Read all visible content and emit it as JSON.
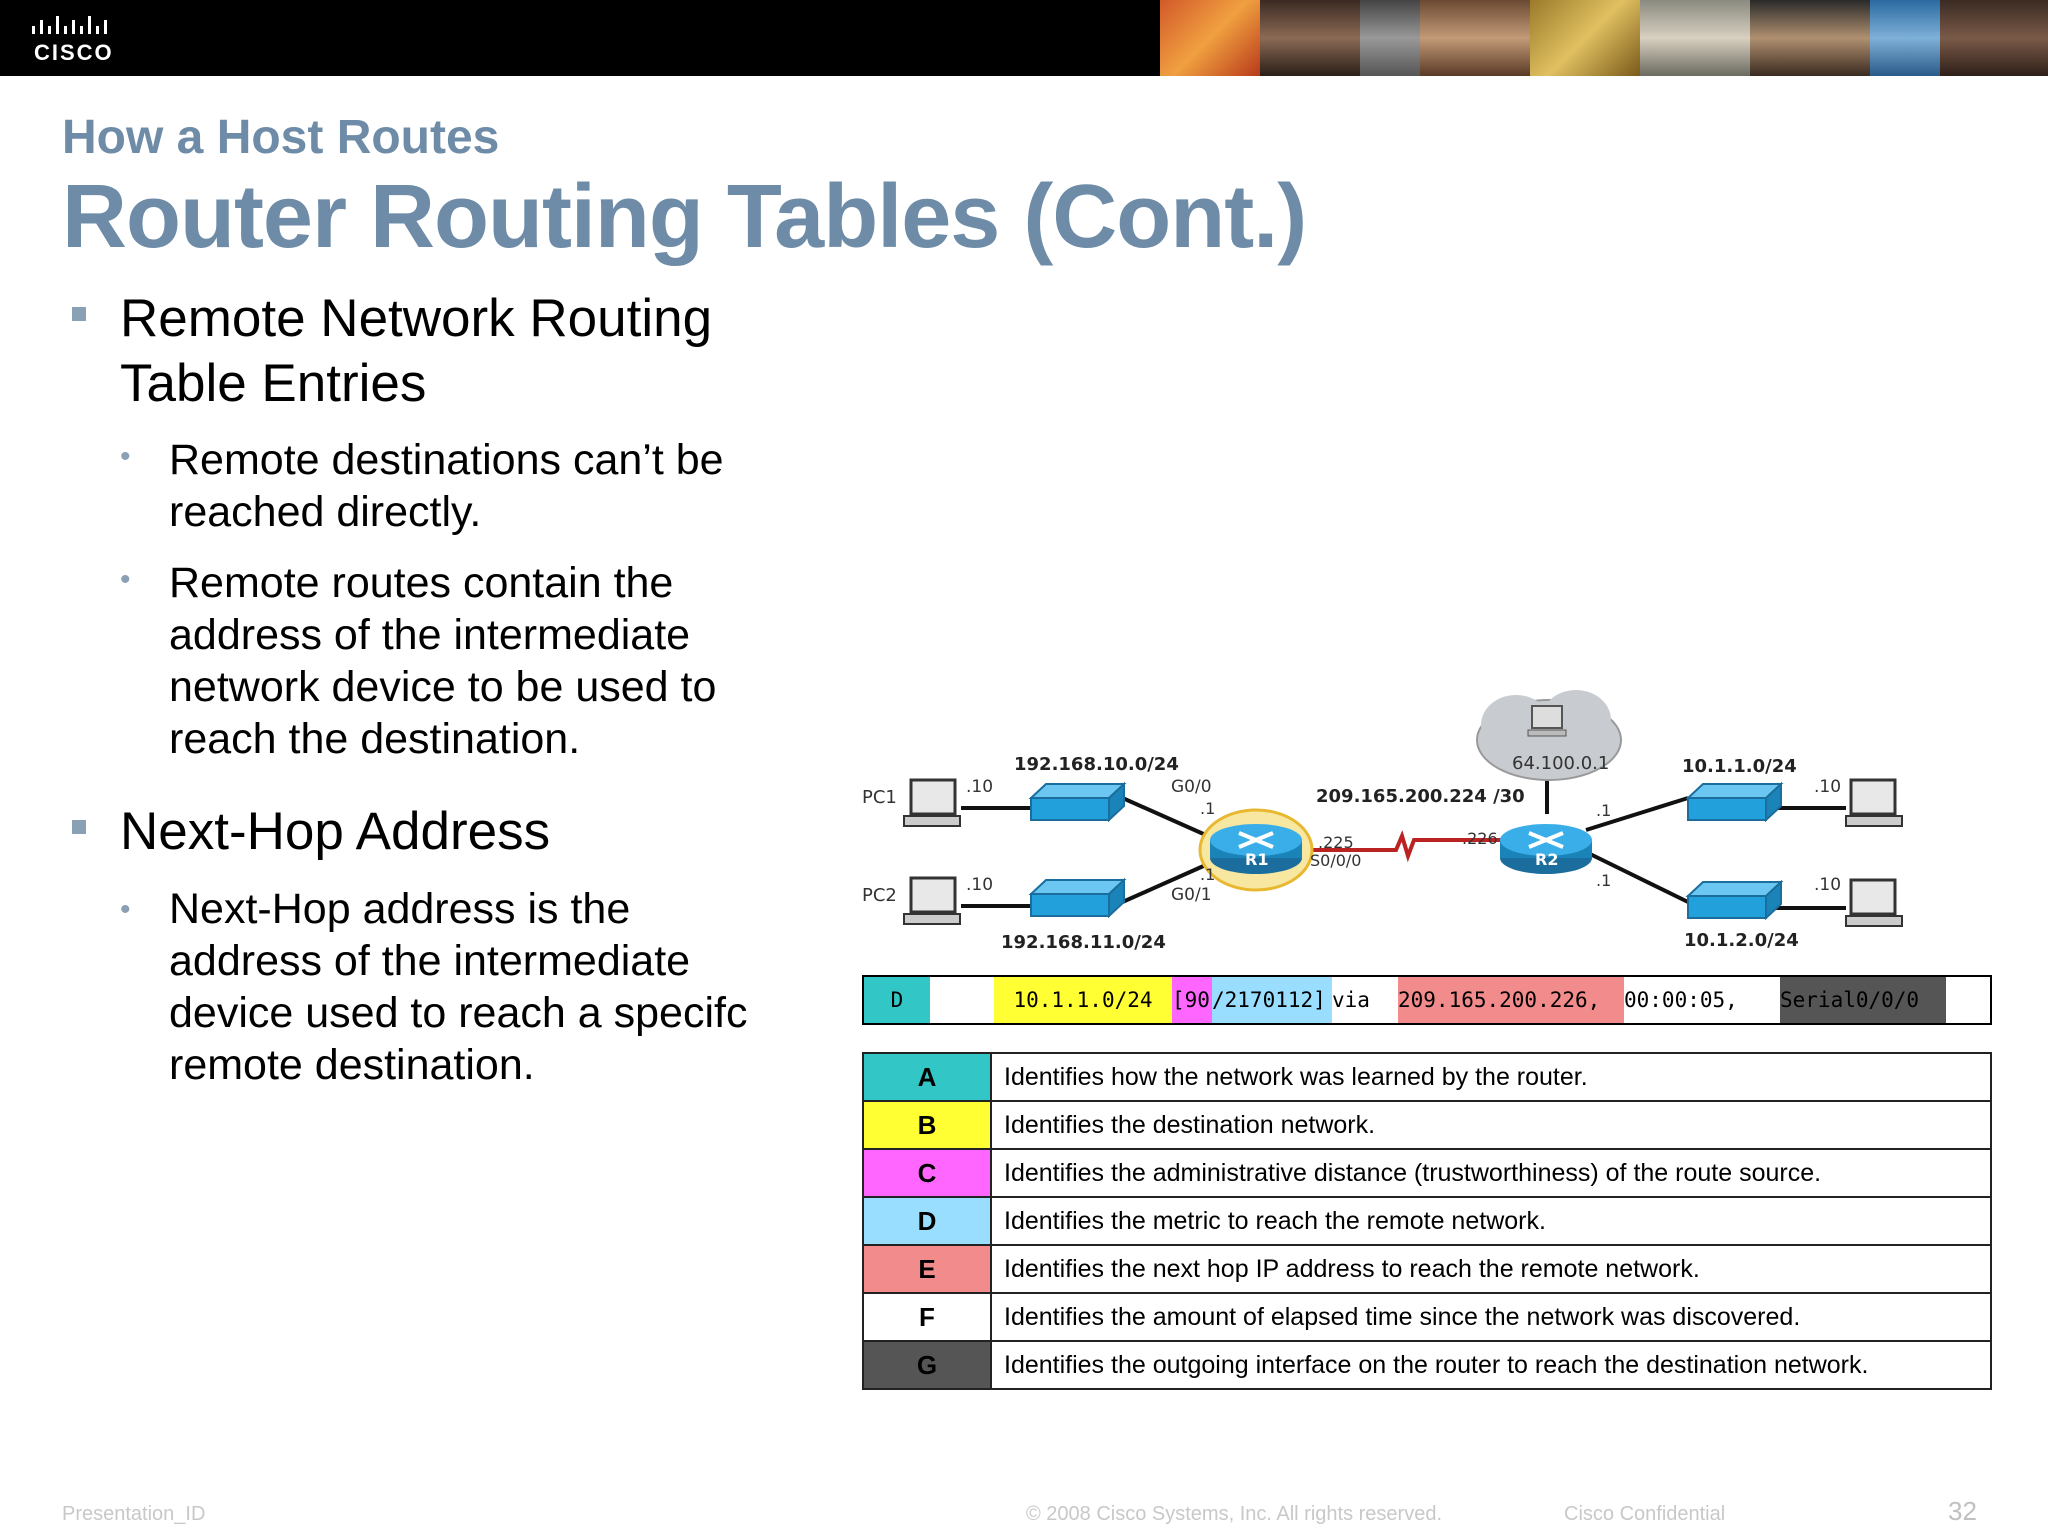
{
  "header": {
    "logo_text": "CISCO"
  },
  "slide": {
    "subtitle": "How a Host Routes",
    "title": "Router Routing Tables (Cont.)",
    "bullets": [
      {
        "text_line1": "Remote Network Routing",
        "text_line2": "Table Entries",
        "subs": [
          {
            "lines": [
              "Remote destinations can’t be",
              "reached directly."
            ]
          },
          {
            "lines": [
              "Remote routes contain the",
              "address of the intermediate",
              "network device to be used to",
              "reach the destination."
            ]
          }
        ]
      },
      {
        "text_line1": "Next-Hop Address",
        "subs": [
          {
            "lines": [
              "Next-Hop address is the",
              "address of the intermediate",
              "device used to reach a specifc",
              "remote destination."
            ]
          }
        ]
      }
    ]
  },
  "diagram": {
    "pc1": "PC1",
    "pc2": "PC2",
    "net1": "192.168.10.0/24",
    "net2": "192.168.11.0/24",
    "pc1_host": ".10",
    "pc2_host": ".10",
    "g00": "G0/0",
    "g00_ip": ".1",
    "g01": "G0/1",
    "g01_ip": ".1",
    "r1": "R1",
    "r2": "R2",
    "serial_net": "209.165.200.224 /30",
    "r1_serial_ip": ".225",
    "r1_serial_if": "S0/0/0",
    "r2_serial_ip": ".226",
    "isp": "64.100.0.1",
    "net3": "10.1.1.0/24",
    "net4": "10.1.2.0/24",
    "r2_g0_ip": ".1",
    "r2_g1_ip": ".1",
    "pc3_host": ".10",
    "pc4_host": ".10"
  },
  "route_entry": {
    "segments": [
      {
        "text": "D",
        "color": "#33c6c6"
      },
      {
        "text": "",
        "color": "#ffffff"
      },
      {
        "text": "10.1.1.0/24",
        "color": "#ffff33"
      },
      {
        "text": "[90",
        "color": "#ff66ff"
      },
      {
        "text": "/2170112]",
        "color": "#99ddff"
      },
      {
        "text": " via ",
        "color": "#ffffff"
      },
      {
        "text": "209.165.200.226,",
        "color": "#f28b8b"
      },
      {
        "text": " 00:00:05, ",
        "color": "#ffffff"
      },
      {
        "text": "Serial0/0/0",
        "color": "#555555"
      }
    ]
  },
  "legend": [
    {
      "key": "A",
      "color": "#33c6c6",
      "desc": "Identifies how the network was learned by the router."
    },
    {
      "key": "B",
      "color": "#ffff33",
      "desc": "Identifies the destination network."
    },
    {
      "key": "C",
      "color": "#ff66ff",
      "desc": "Identifies the administrative distance (trustworthiness) of the route source."
    },
    {
      "key": "D",
      "color": "#99ddff",
      "desc": "Identifies the metric to reach the remote network."
    },
    {
      "key": "E",
      "color": "#f28b8b",
      "desc": "Identifies the next hop IP address to reach the remote network."
    },
    {
      "key": "F",
      "color": "#ffffff",
      "desc": "Identifies the amount of elapsed time since the network was discovered."
    },
    {
      "key": "G",
      "color": "#555555",
      "desc": "Identifies the outgoing interface on the router to reach the destination network."
    }
  ],
  "footer": {
    "presentation_id": "Presentation_ID",
    "copyright": "© 2008 Cisco Systems, Inc. All rights reserved.",
    "confidential": "Cisco Confidential",
    "page": "32"
  }
}
